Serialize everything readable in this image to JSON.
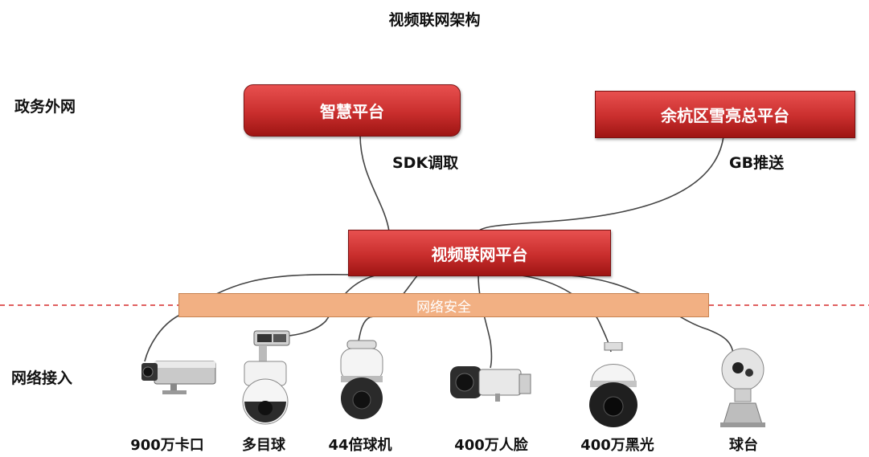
{
  "diagram": {
    "title": "视频联网架构",
    "zones": {
      "upper": "政务外网",
      "lower": "网络接入"
    },
    "nodes": {
      "smart_platform": "智慧平台",
      "yuhang_platform": "余杭区雪亮总平台",
      "video_platform": "视频联网平台",
      "network_security": "网络安全"
    },
    "edges": {
      "sdk": "SDK调取",
      "gb": "GB推送"
    },
    "devices": [
      "900万卡口",
      "多目球",
      "44倍球机",
      "400万人脸",
      "400万黑光",
      "球台"
    ]
  }
}
